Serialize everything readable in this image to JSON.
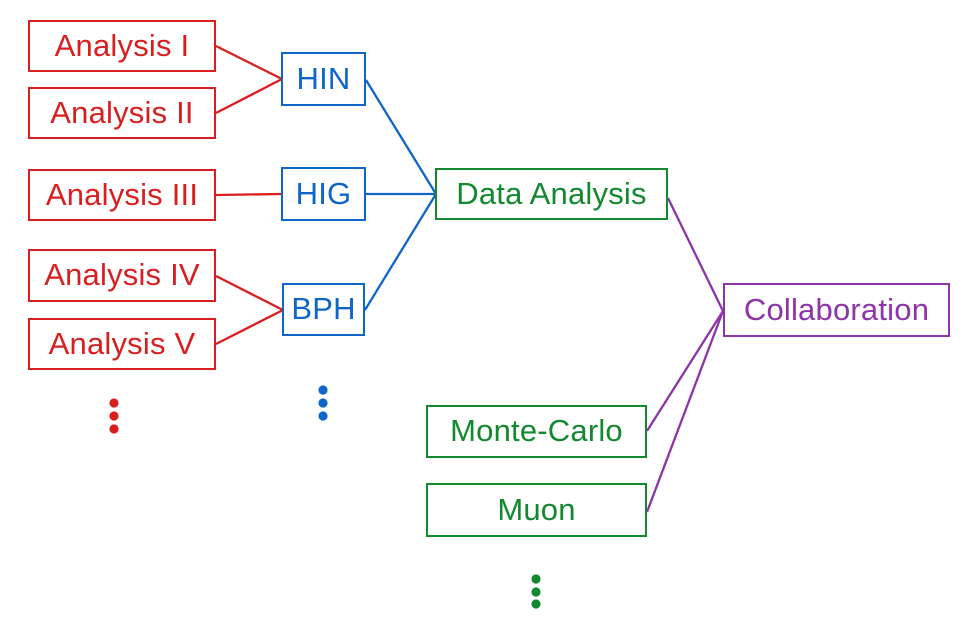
{
  "nodes": {
    "analysis_i": "Analysis I",
    "analysis_ii": "Analysis II",
    "analysis_iii": "Analysis III",
    "analysis_iv": "Analysis IV",
    "analysis_v": "Analysis V",
    "hin": "HIN",
    "hig": "HIG",
    "bph": "BPH",
    "data_analysis": "Data Analysis",
    "monte_carlo": "Monte-Carlo",
    "muon": "Muon",
    "collaboration": "Collaboration"
  },
  "edges": [
    {
      "from": "Analysis I",
      "to": "HIN"
    },
    {
      "from": "Analysis II",
      "to": "HIN"
    },
    {
      "from": "Analysis III",
      "to": "HIG"
    },
    {
      "from": "Analysis IV",
      "to": "BPH"
    },
    {
      "from": "Analysis V",
      "to": "BPH"
    },
    {
      "from": "HIN",
      "to": "Data Analysis"
    },
    {
      "from": "HIG",
      "to": "Data Analysis"
    },
    {
      "from": "BPH",
      "to": "Data Analysis"
    },
    {
      "from": "Data Analysis",
      "to": "Collaboration"
    },
    {
      "from": "Monte-Carlo",
      "to": "Collaboration"
    },
    {
      "from": "Muon",
      "to": "Collaboration"
    }
  ],
  "ellipsis": {
    "analyses_column": "⋮",
    "groups_column": "⋮",
    "activities_column": "⋮"
  },
  "colors": {
    "analysis_red": "#d81e1e",
    "group_blue": "#1065c8",
    "activity_green": "#12882f",
    "collaboration_purple": "#8d34a8"
  }
}
